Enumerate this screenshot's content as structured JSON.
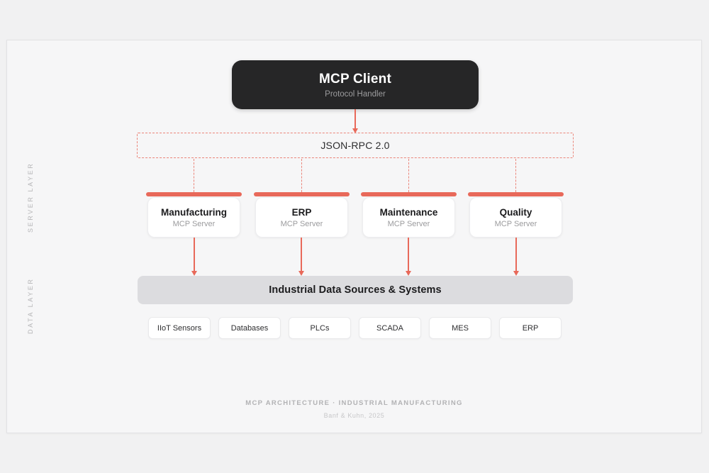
{
  "colors": {
    "accent": "#e8695a",
    "dark": "#262627",
    "page_bg": "#f1f1f2",
    "card_bg": "#f6f6f7",
    "gray_box": "#dcdcdf"
  },
  "client": {
    "title": "MCP Client",
    "subtitle": "Protocol Handler"
  },
  "protocol": {
    "label": "JSON-RPC 2.0"
  },
  "layers": {
    "server": "SERVER LAYER",
    "data": "DATA LAYER"
  },
  "servers": [
    {
      "title": "Manufacturing",
      "subtitle": "MCP Server"
    },
    {
      "title": "ERP",
      "subtitle": "MCP Server"
    },
    {
      "title": "Maintenance",
      "subtitle": "MCP Server"
    },
    {
      "title": "Quality",
      "subtitle": "MCP Server"
    }
  ],
  "data_layer": {
    "title": "Industrial Data Sources & Systems",
    "sources": [
      "IIoT Sensors",
      "Databases",
      "PLCs",
      "SCADA",
      "MES",
      "ERP"
    ]
  },
  "footer": {
    "title": "MCP ARCHITECTURE · INDUSTRIAL MANUFACTURING",
    "credit": "Banf & Kuhn, 2025"
  }
}
